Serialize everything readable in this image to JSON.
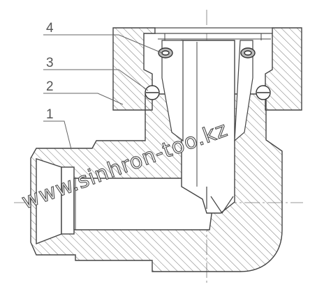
{
  "callouts": [
    {
      "id": "4",
      "text": "4"
    },
    {
      "id": "3",
      "text": "3"
    },
    {
      "id": "2",
      "text": "2"
    },
    {
      "id": "1",
      "text": "1"
    }
  ],
  "watermark": {
    "text": "www.sinhron-too.kz"
  },
  "colors": {
    "line": "#444444",
    "hatch": "#555555",
    "paper": "#ffffff",
    "label": "#555555"
  }
}
